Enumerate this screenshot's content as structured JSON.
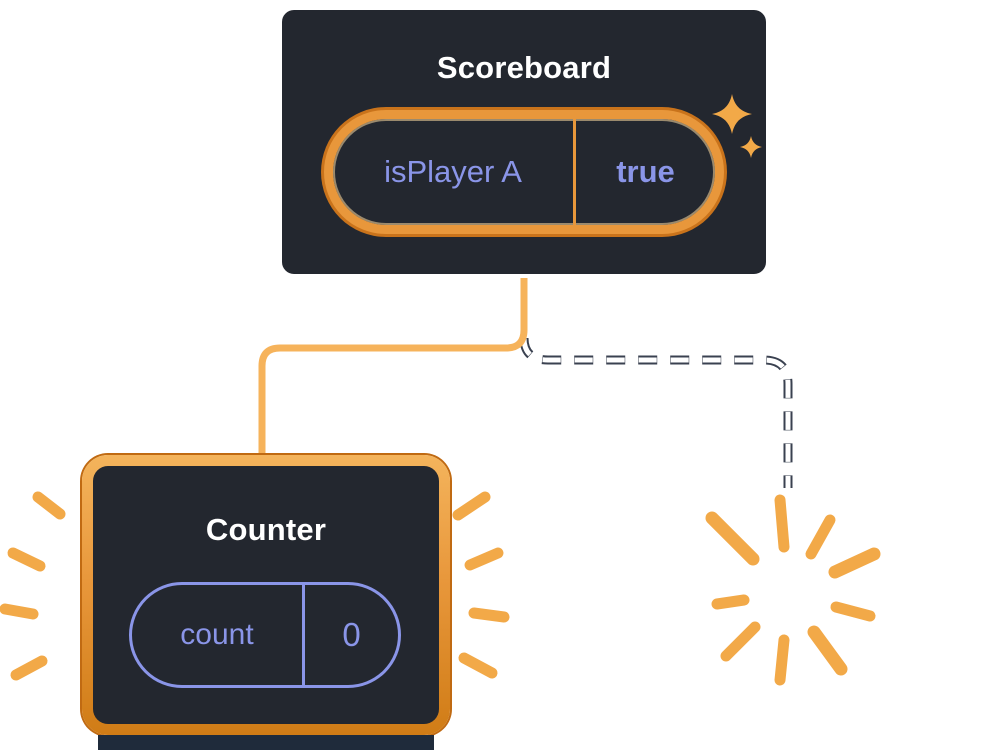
{
  "diagram": {
    "scoreboard": {
      "title": "Scoreboard",
      "state": {
        "label": "isPlayer A",
        "value": "true"
      }
    },
    "counter": {
      "title": "Counter",
      "state": {
        "label": "count",
        "value": "0"
      }
    },
    "connections": [
      {
        "from": "Scoreboard",
        "to": "Counter",
        "style": "solid"
      },
      {
        "from": "Scoreboard",
        "to": "removed-component",
        "style": "dashed"
      }
    ],
    "icons": [
      "sparkle-icon",
      "sparkle-icon-small",
      "burst-rays-left",
      "burst-rays-right",
      "poof-burst-icon"
    ]
  },
  "theme": {
    "card-bg": "#23272F",
    "card-border": "#FFFFFF",
    "orange": "#E8973B",
    "orange-light": "#F6B35B",
    "orange-dark": "#C9731B",
    "orange-burst": "#F2A948",
    "lavender": "#8A95E8",
    "navy-strip": "#1F2B3B",
    "dash-white": "#FFFFFF",
    "dash-outline": "#3A4150"
  }
}
